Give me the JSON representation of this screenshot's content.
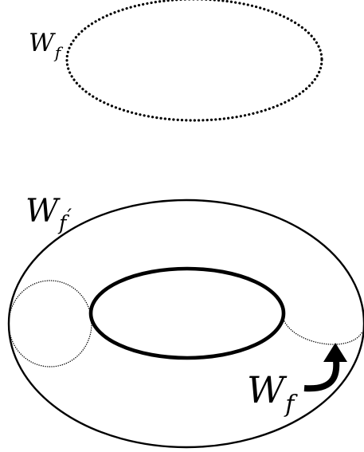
{
  "labels": {
    "top_loop": {
      "main": "W",
      "sub": "f",
      "prime": ""
    },
    "torus": {
      "main": "W",
      "sub": "f",
      "prime": "′"
    },
    "cycle": {
      "main": "W",
      "sub": "f",
      "prime": ""
    }
  },
  "colors": {
    "stroke": "#000000",
    "background": "#ffffff"
  },
  "icons": {
    "arrow": "curved-arrow-icon"
  }
}
